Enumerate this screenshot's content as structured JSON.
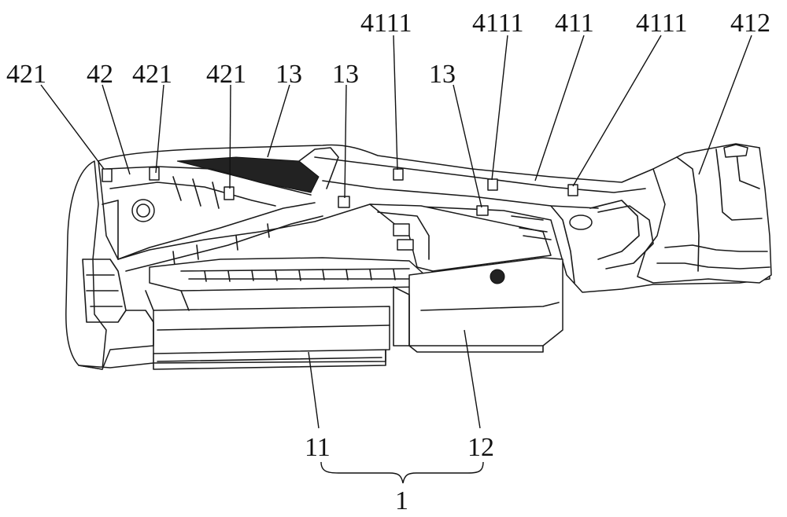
{
  "labels": {
    "l421_a": "421",
    "l42": "42",
    "l421_b": "421",
    "l421_c": "421",
    "l13_a": "13",
    "l13_b": "13",
    "l4111_a": "4111",
    "l13_c": "13",
    "l4111_b": "4111",
    "l411": "411",
    "l4111_c": "4111",
    "l412": "412",
    "l11": "11",
    "l12": "12",
    "l1": "1"
  }
}
